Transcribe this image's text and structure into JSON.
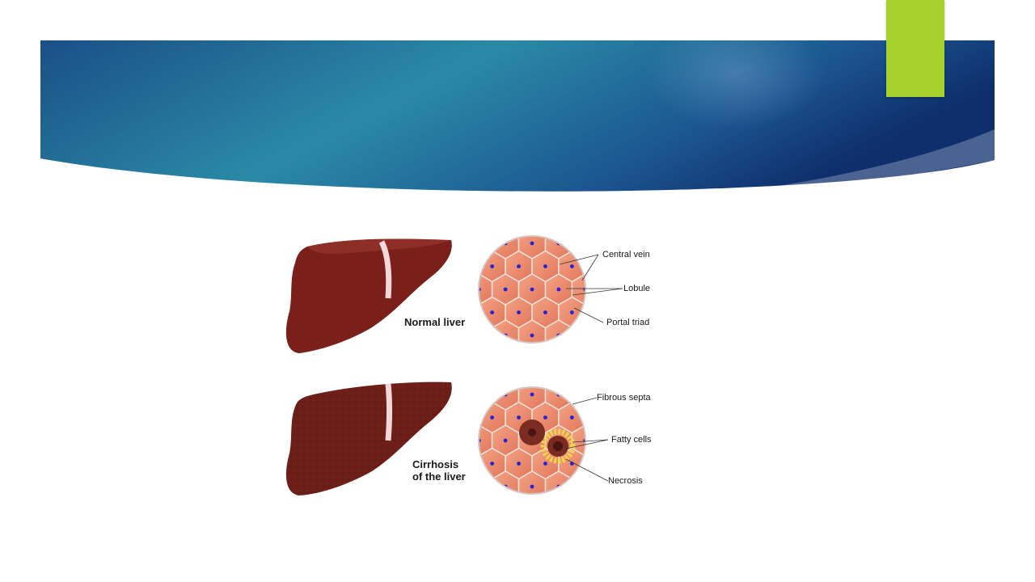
{
  "colors": {
    "header_dark": "#0e2f6b",
    "header_mid": "#2a8aa6",
    "accent_green": "#a6d12f",
    "liver": "#7a1f1a",
    "liver_cirrhosis": "#6e2018",
    "cell_fill": "#ef8a6a",
    "cell_nucleus": "#2222dd",
    "necrotic": "#7a2b22",
    "fatty": "#f2d44a"
  },
  "normal": {
    "title": "Normal liver",
    "labels": {
      "central_vein": "Central vein",
      "lobule": "Lobule",
      "portal_triad": "Portal triad"
    }
  },
  "cirrhosis": {
    "title_line1": "Cirrhosis",
    "title_line2": "of the liver",
    "labels": {
      "fibrous_septa": "Fibrous septa",
      "fatty_cells": "Fatty cells",
      "necrosis": "Necrosis"
    }
  },
  "icons": {
    "normal_liver": "liver-icon",
    "cirrhotic_liver": "cirrhotic-liver-icon"
  }
}
